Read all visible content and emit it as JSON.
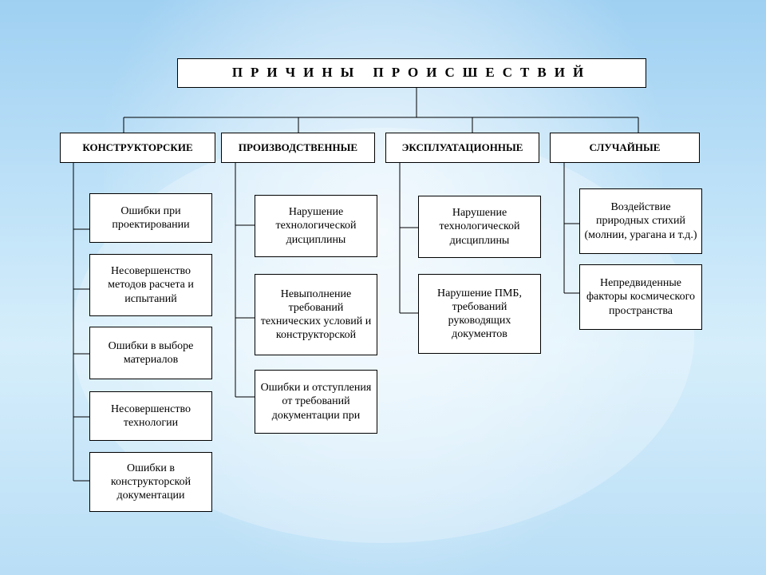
{
  "title": "ПРИЧИНЫ ПРОИСШЕСТВИЙ",
  "categories": [
    {
      "label": "КОНСТРУКТОРСКИЕ",
      "items": [
        "Ошибки при проектировании",
        "Несовершенство методов расчета и испытаний",
        "Ошибки в выборе материалов",
        "Несовершенство технологии",
        "Ошибки в конструкторской документации"
      ]
    },
    {
      "label": "ПРОИЗВОДСТВЕННЫЕ",
      "items": [
        "Нарушение технологической дисциплины",
        "Невыполнение требований технических условий и конструкторской",
        "Ошибки и отступления от требований документации при"
      ]
    },
    {
      "label": "ЭКСПЛУАТАЦИОННЫЕ",
      "items": [
        "Нарушение технологической дисциплины",
        "Нарушение ПМБ, требований руководящих документов"
      ]
    },
    {
      "label": "СЛУЧАЙНЫЕ",
      "items": [
        "Воздействие природных стихий (молнии, урагана и т.д.)",
        "Непредвиденные факторы космического пространства"
      ]
    }
  ]
}
